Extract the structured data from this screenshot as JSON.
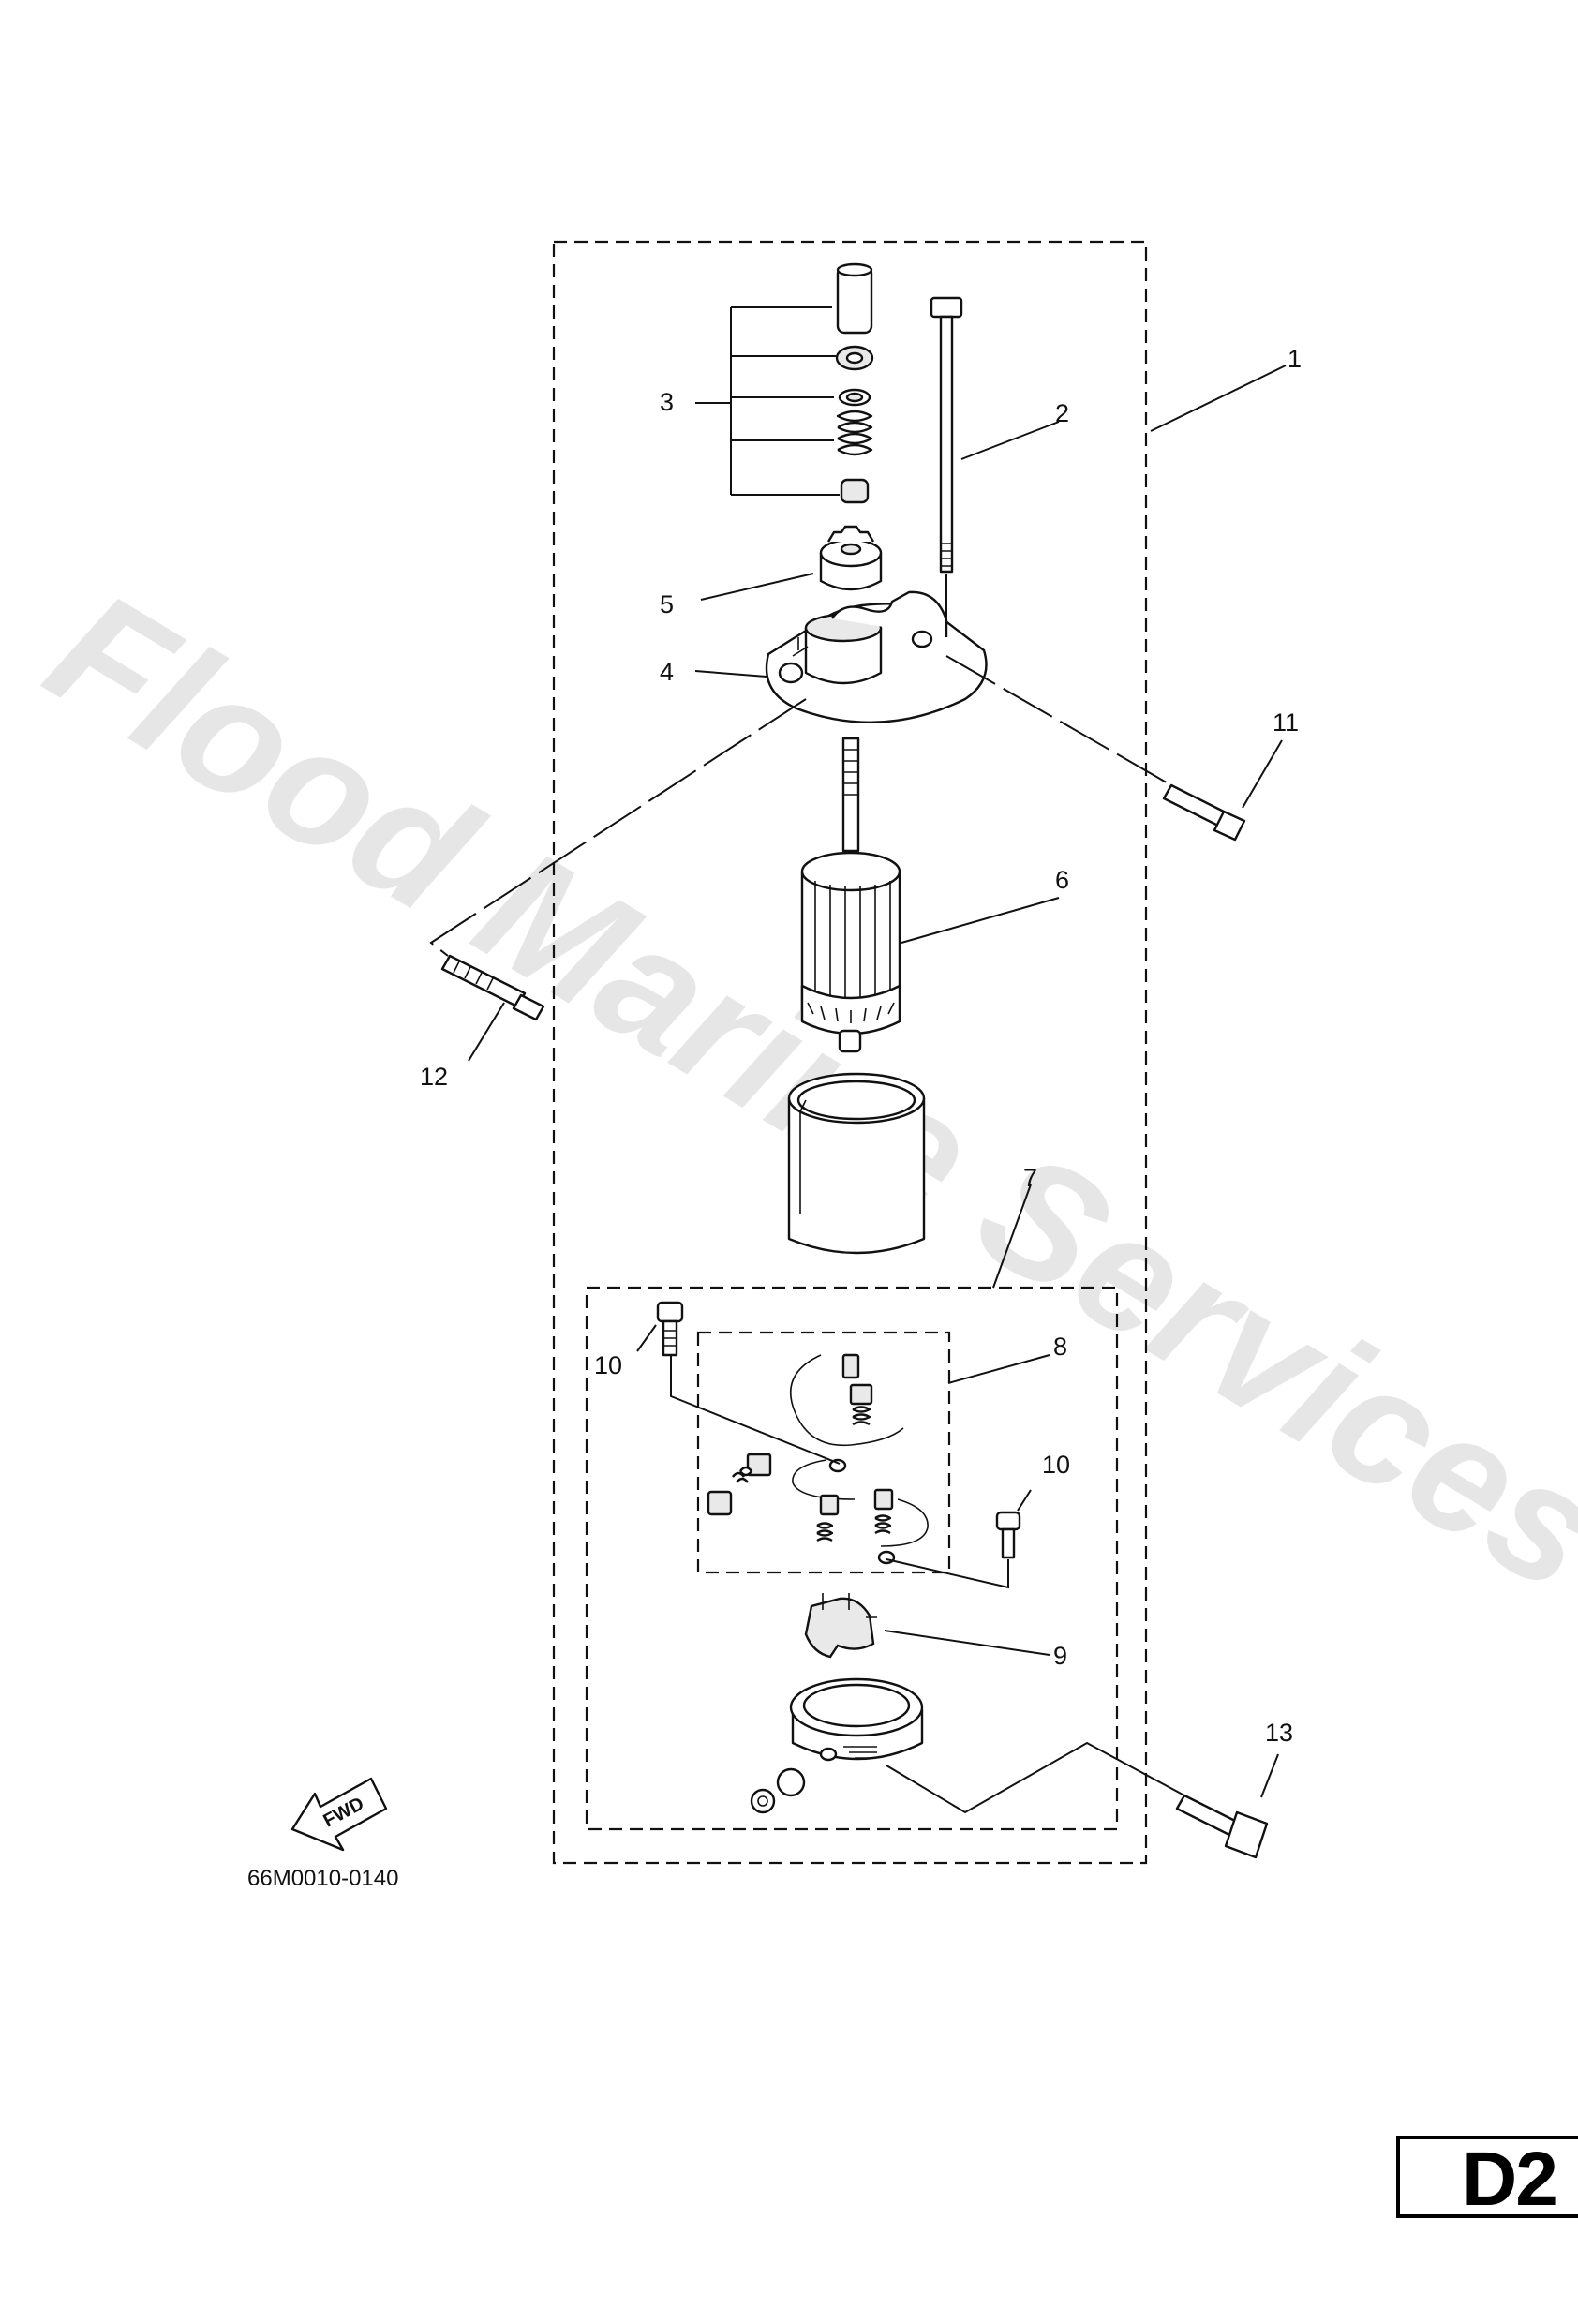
{
  "diagram": {
    "callouts": [
      "1",
      "2",
      "3",
      "4",
      "5",
      "6",
      "7",
      "8",
      "9",
      "10",
      "10",
      "11",
      "12",
      "13"
    ],
    "drawing_code": "66M0010-0140",
    "fwd_label": "FWD",
    "watermark": "Flood Marine Services",
    "page_code": "D2"
  }
}
